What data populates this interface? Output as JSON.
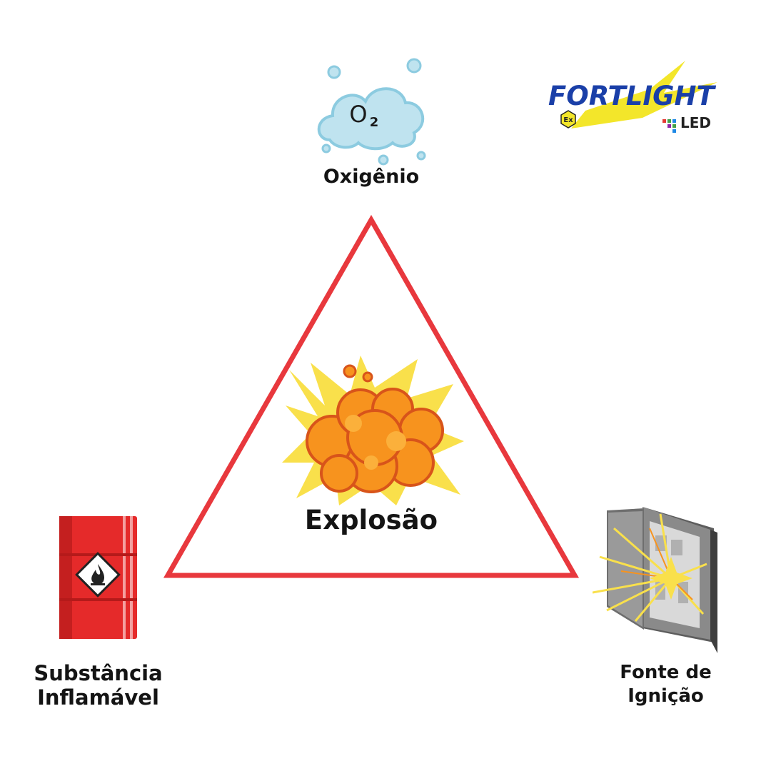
{
  "diagram": {
    "oxygen_label": "Oxigênio",
    "explosion_label": "Explosão",
    "fuel_label_line1": "Substância",
    "fuel_label_line2": "Inflamável",
    "ignition_label_line1": "Fonte de",
    "ignition_label_line2": "Ignição",
    "triangle_color": "#e8383d"
  },
  "icons": {
    "oxygen_cloud": "cloud-icon",
    "oxygen_formula_main": "O",
    "oxygen_formula_sub": "2",
    "explosion": "explosion-icon",
    "fuel_barrel": "barrel-icon",
    "ignition_panel": "electrical-panel-icon"
  },
  "logo": {
    "name": "FORTLIGHT",
    "ex_mark": "Ex",
    "led_mark": "LED",
    "brand_blue": "#1a3fa8",
    "brand_yellow": "#f3e62a"
  },
  "colors": {
    "cloud_fill": "#bfe3ef",
    "cloud_stroke": "#8ccbe0",
    "barrel_red": "#e52a2a",
    "explosion_orange": "#f7931e",
    "explosion_yellow": "#f9e04b"
  }
}
